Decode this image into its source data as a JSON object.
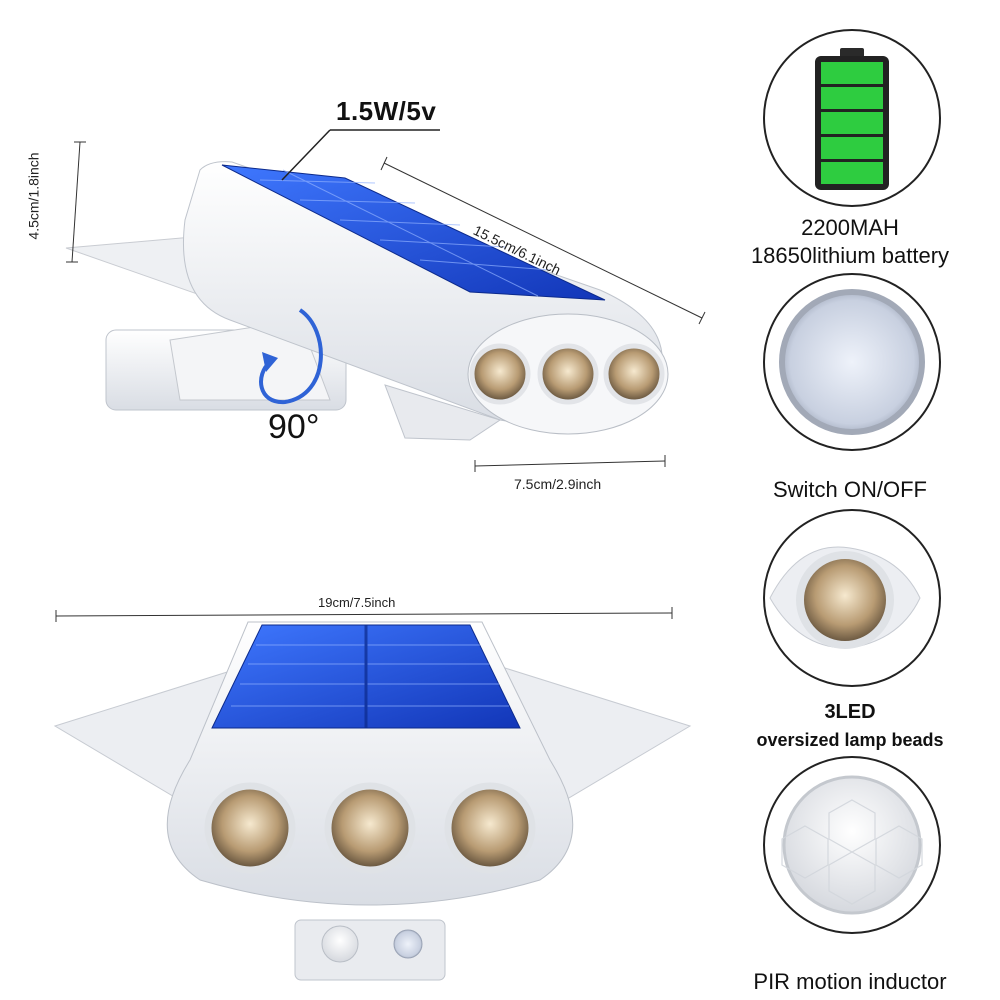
{
  "product": {
    "power_label": "1.5W/5v",
    "rotation_label": "90°",
    "dimensions": {
      "height": "4.5cm/1.8inch",
      "length": "15.5cm/6.1inch",
      "width": "7.5cm/2.9inch",
      "span": "19cm/7.5inch"
    }
  },
  "features": [
    {
      "line1": "2200MAH",
      "line2": "18650lithium battery",
      "icon": "battery-icon"
    },
    {
      "line1": "Switch ON/OFF",
      "line2": "",
      "icon": "switch-button-icon"
    },
    {
      "line1": "3LED",
      "line2": "oversized lamp beads",
      "icon": "led-bead-icon"
    },
    {
      "line1": "PIR motion inductor",
      "line2": "",
      "icon": "pir-sensor-icon"
    }
  ],
  "colors": {
    "solar_panel": "#1f4fd6",
    "battery_green": "#2ecc40",
    "body_white": "#f2f4f7"
  }
}
